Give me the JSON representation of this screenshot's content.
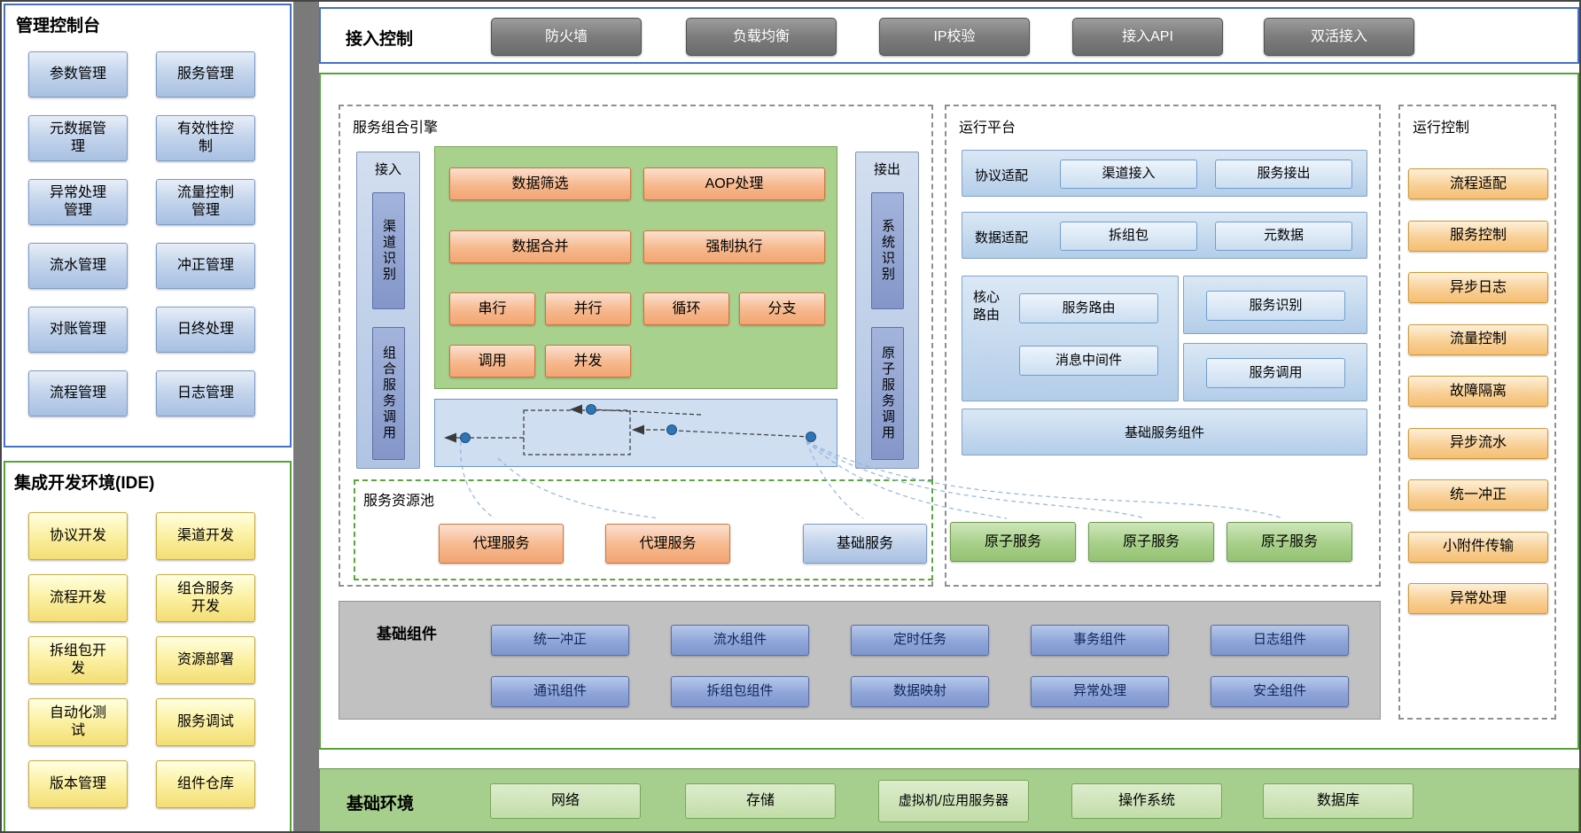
{
  "colors": {
    "blue_border": "#4472c4",
    "green_border": "#55a43b",
    "divider_gray": "#7a7a7a",
    "components_panel_gray": "#c1c1c1",
    "environment_green": "#a6cf8d",
    "engine_green": "#a9d18e",
    "node_blue": "#a9c0e2",
    "node_yellow": "#f3dd74",
    "node_gray": "#7c7c7c",
    "node_orange": "#f2a574",
    "node_amber": "#f5bf72",
    "node_green": "#95c273",
    "node_periwinkle": "#7e96cf",
    "dot_blue": "#2e75b6"
  },
  "management_console": {
    "title": "管理控制台",
    "items": [
      "参数管理",
      "服务管理",
      "元数据管理",
      "有效性控制",
      "异常处理管理",
      "流量控制管理",
      "流水管理",
      "冲正管理",
      "对账管理",
      "日终处理",
      "流程管理",
      "日志管理"
    ]
  },
  "ide": {
    "title": "集成开发环境(IDE)",
    "items": [
      "协议开发",
      "渠道开发",
      "流程开发",
      "组合服务开发",
      "拆组包开发",
      "资源部署",
      "自动化测试",
      "服务调试",
      "版本管理",
      "组件仓库"
    ]
  },
  "access_control": {
    "title": "接入控制",
    "items": [
      "防火墙",
      "负载均衡",
      "IP校验",
      "接入API",
      "双活接入"
    ]
  },
  "service_engine": {
    "title": "服务组合引擎",
    "inbound": {
      "label": "接入",
      "items": [
        "渠道识别",
        "组合服务调用"
      ]
    },
    "outbound": {
      "label": "接出",
      "items": [
        "系统识别",
        "原子服务调用"
      ]
    },
    "functions": [
      "数据筛选",
      "AOP处理",
      "数据合并",
      "强制执行"
    ],
    "flow_controls": [
      "串行",
      "并行",
      "循环",
      "分支",
      "调用",
      "并发"
    ]
  },
  "service_pool": {
    "title": "服务资源池",
    "proxy_services": [
      "代理服务",
      "代理服务"
    ],
    "base_service": "基础服务",
    "atomic_services": [
      "原子服务",
      "原子服务",
      "原子服务"
    ]
  },
  "runtime_platform": {
    "title": "运行平台",
    "protocol_adapter": {
      "label": "协议适配",
      "items": [
        "渠道接入",
        "服务接出"
      ]
    },
    "data_adapter": {
      "label": "数据适配",
      "items": [
        "拆组包",
        "元数据"
      ]
    },
    "core_routing": {
      "label": "核心路由",
      "items": [
        "服务路由",
        "消息中间件"
      ]
    },
    "side_items": [
      "服务识别",
      "服务调用"
    ],
    "base_component": "基础服务组件"
  },
  "runtime_control": {
    "title": "运行控制",
    "items": [
      "流程适配",
      "服务控制",
      "异步日志",
      "流量控制",
      "故障隔离",
      "异步流水",
      "统一冲正",
      "小附件传输",
      "异常处理"
    ]
  },
  "basic_components": {
    "title": "基础组件",
    "items": [
      "统一冲正",
      "流水组件",
      "定时任务",
      "事务组件",
      "日志组件",
      "通讯组件",
      "拆组包组件",
      "数据映射",
      "异常处理",
      "安全组件"
    ]
  },
  "base_environment": {
    "title": "基础环境",
    "items": [
      "网络",
      "存储",
      "虚拟机/应用服务器",
      "操作系统",
      "数据库"
    ]
  }
}
